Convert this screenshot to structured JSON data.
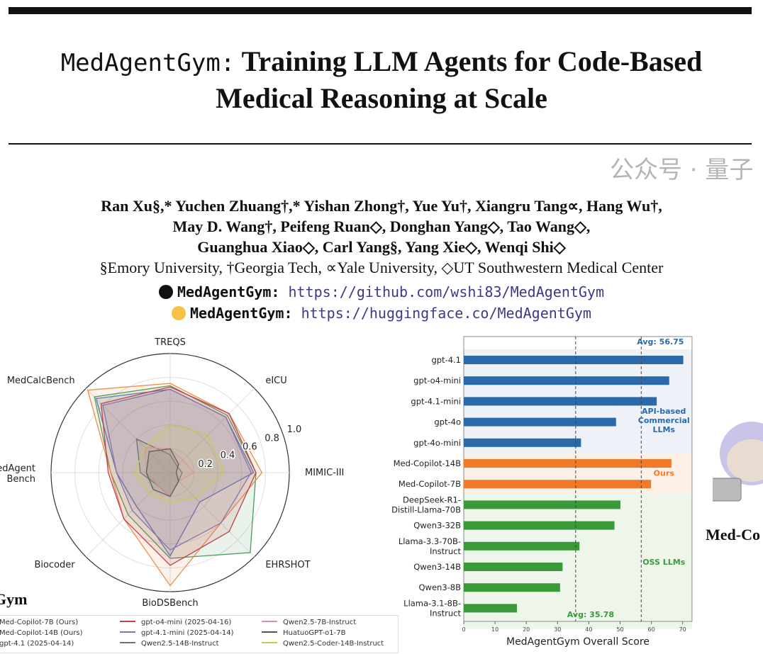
{
  "paper": {
    "title_mono": "MedAgentGym:",
    "title_rest": " Training LLM Agents for Code-Based",
    "title_line2": "Medical Reasoning at Scale",
    "authors_line1": "Ran Xu§,* Yuchen Zhuang†,* Yishan Zhong†, Yue Yu†, Xiangru Tang∝, Hang Wu†,",
    "authors_line2": "May D. Wang†, Peifeng Ruan◇, Donghan Yang◇, Tao Wang◇,",
    "authors_line3": "Guanghua Xiao◇, Carl Yang§, Yang Xie◇, Wenqi Shi◇",
    "affiliations": "§Emory University, †Georgia Tech, ∝Yale University, ◇UT Southwestern Medical Center",
    "links": [
      {
        "icon": "github-icon",
        "label": "MedAgentGym:",
        "url": "https://github.com/wshi83/MedAgentGym"
      },
      {
        "icon": "huggingface-icon",
        "label": "MedAgentGym:",
        "url": "https://huggingface.co/MedAgentGym"
      }
    ],
    "side_labels": {
      "left": "Gym",
      "right": "Med-Co"
    },
    "watermark": "公众号 · 量子"
  },
  "chart_data": [
    {
      "type": "radar",
      "axes": [
        "TREQS",
        "eICU",
        "MIMIC-III",
        "EHRSHOT",
        "BioDSBench",
        "Biocoder",
        "MedAgent Bench",
        "MedCalcBench"
      ],
      "rlim": [
        0,
        1.0
      ],
      "rticks": [
        "0.2",
        "0.4",
        "0.6",
        "0.8",
        "1.0"
      ],
      "series": [
        {
          "name": "Med-Copilot-7B (Ours)",
          "color": "#4a9a5a",
          "values": [
            0.73,
            0.68,
            0.72,
            0.95,
            0.72,
            0.5,
            0.5,
            0.9
          ]
        },
        {
          "name": "Med-Copilot-14B (Ours)",
          "color": "#e8904a",
          "values": [
            0.75,
            0.7,
            0.77,
            0.6,
            0.95,
            0.55,
            0.5,
            0.98
          ]
        },
        {
          "name": "gpt-4.1 (2025-04-14)",
          "color": "#5a7ab0",
          "values": [
            0.7,
            0.66,
            0.7,
            0.35,
            0.7,
            0.4,
            0.45,
            0.88
          ]
        },
        {
          "name": "gpt-o4-mini (2025-04-16)",
          "color": "#c04050",
          "values": [
            0.72,
            0.7,
            0.72,
            0.7,
            0.78,
            0.55,
            0.52,
            0.82
          ]
        },
        {
          "name": "gpt-4.1-mini (2025-04-14)",
          "color": "#8a70b0",
          "values": [
            0.7,
            0.66,
            0.68,
            0.6,
            0.65,
            0.45,
            0.45,
            0.8
          ]
        },
        {
          "name": "Qwen2.5-14B-Instruct",
          "color": "#707070",
          "values": [
            0.15,
            0.08,
            0.1,
            0.1,
            0.2,
            0.15,
            0.25,
            0.4
          ]
        },
        {
          "name": "Qwen2.5-7B-Instruct",
          "color": "#d890a8",
          "values": [
            0.2,
            0.15,
            0.2,
            0.1,
            0.2,
            0.15,
            0.2,
            0.3
          ]
        },
        {
          "name": "HuatuoGPT-o1-7B",
          "color": "#505060",
          "values": [
            0.2,
            0.1,
            0.05,
            0.1,
            0.2,
            0.2,
            0.2,
            0.25
          ]
        },
        {
          "name": "Qwen2.5-Coder-14B-Instruct",
          "color": "#c8c850",
          "values": [
            0.4,
            0.45,
            0.45,
            0.3,
            0.25,
            0.25,
            0.3,
            0.3
          ]
        }
      ]
    },
    {
      "type": "bar",
      "orientation": "horizontal",
      "categories": [
        "gpt-4.1",
        "gpt-o4-mini",
        "gpt-4.1-mini",
        "gpt-4o",
        "gpt-4o-mini",
        "Med-Copilot-14B",
        "Med-Copilot-7B",
        "DeepSeek-R1-|Distill-Llama-70B",
        "Qwen3-32B",
        "Llama-3.3-70B-|Instruct",
        "Qwen3-14B",
        "Qwen3-8B",
        "Llama-3.1-8B-|Instruct"
      ],
      "values": [
        70.2,
        65.7,
        61.7,
        48.7,
        37.5,
        66.4,
        59.9,
        50.1,
        48.2,
        37.0,
        31.6,
        30.8,
        17.0
      ],
      "groups": [
        "api",
        "api",
        "api",
        "api",
        "api",
        "ours",
        "ours",
        "oss",
        "oss",
        "oss",
        "oss",
        "oss",
        "oss"
      ],
      "group_labels": {
        "api": "API-based|Commercial|LLMs",
        "ours": "Ours",
        "oss": "OSS LLMs"
      },
      "colors": {
        "api": "#2a6aaa",
        "ours": "#f07a2a",
        "oss": "#3a9a3a"
      },
      "averages": [
        {
          "label": "Avg: 56.75",
          "value": 56.75,
          "color": "#2a6aaa"
        },
        {
          "label": "Avg: 35.78",
          "value": 35.78,
          "color": "#3a9a3a"
        }
      ],
      "xlabel": "MedAgentGym Overall Score",
      "xlim": [
        0,
        73
      ],
      "xticks": [
        0,
        10,
        20,
        30,
        40,
        50,
        60,
        70
      ]
    }
  ]
}
